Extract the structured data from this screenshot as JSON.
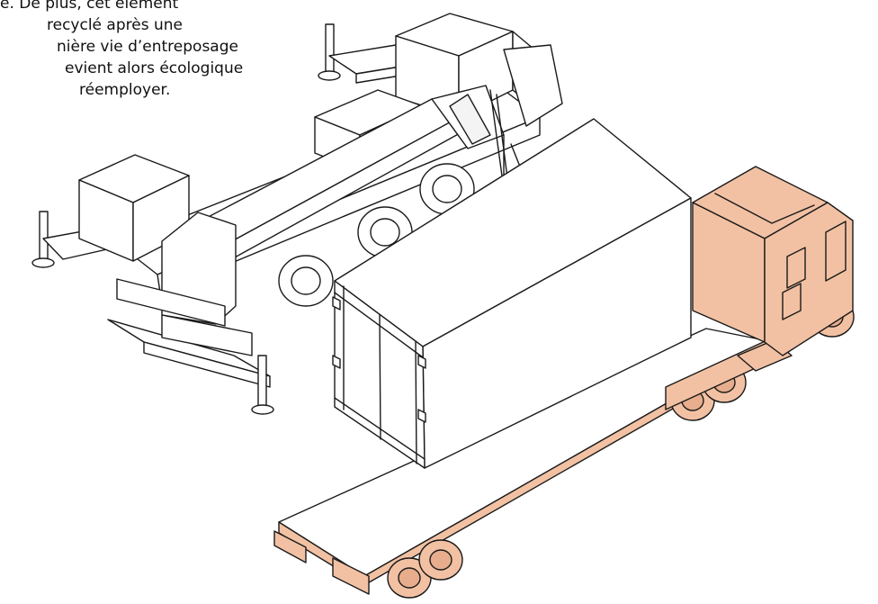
{
  "caption": {
    "lines": [
      "e.  De plus, cet élément",
      "recyclé    après    une",
      "nière vie d’entreposage",
      "evient alors écologique",
      "réemployer."
    ]
  },
  "colors": {
    "truck_accent": "#f2c1a3",
    "line": "#1a1a1a",
    "background": "#ffffff"
  },
  "illustration": {
    "objects": [
      "crane-truck",
      "shipping-container",
      "flatbed-semi-truck"
    ]
  }
}
